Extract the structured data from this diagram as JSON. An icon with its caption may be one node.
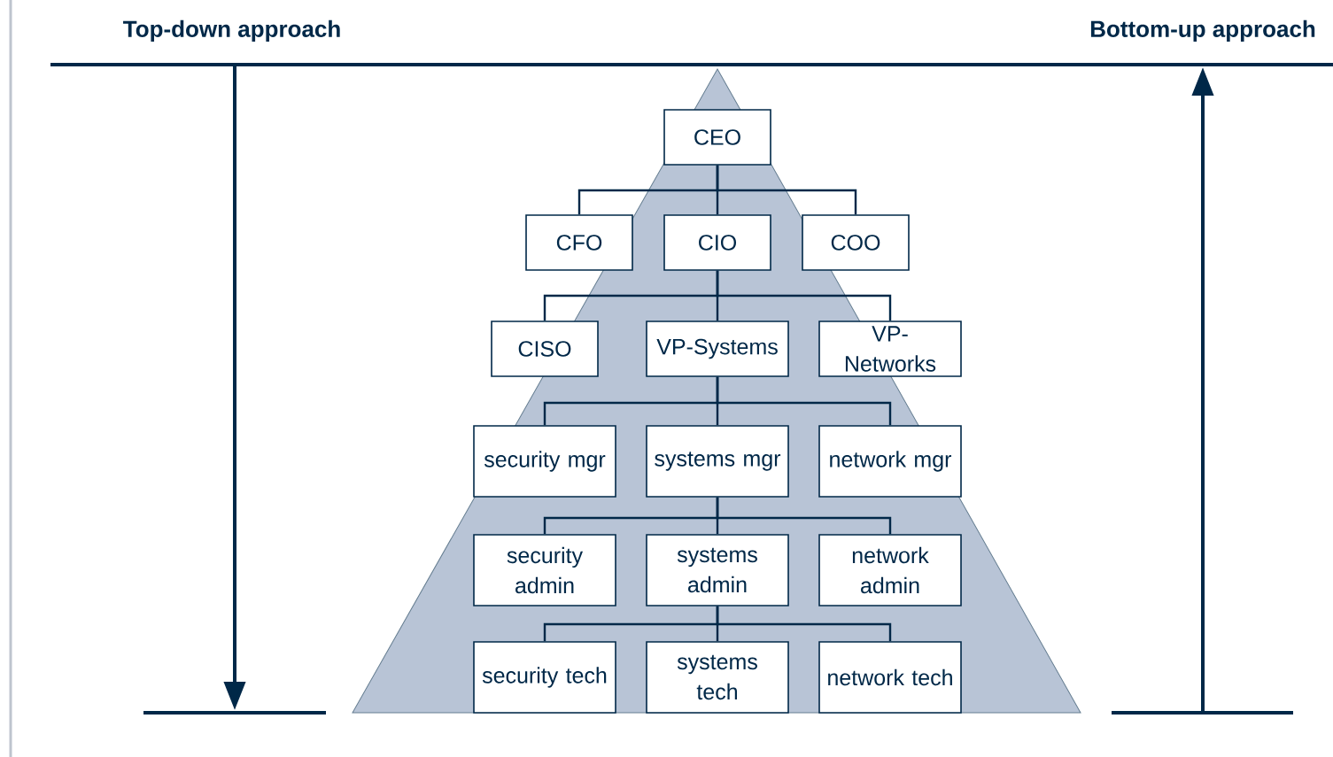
{
  "diagram": {
    "nodes": [
      {
        "text": [
          "CEO"
        ]
      },
      {
        "text": [
          "CFO"
        ]
      },
      {
        "text": [
          "CIO"
        ]
      },
      {
        "text": [
          "COO"
        ]
      },
      {
        "text": [
          "CISO"
        ]
      },
      {
        "text": [
          "VP-Systems"
        ]
      },
      {
        "text": [
          "VP-Networks"
        ]
      },
      {
        "text": [
          "security mgr"
        ]
      },
      {
        "text": [
          "systems mgr"
        ]
      },
      {
        "text": [
          "network mgr"
        ]
      },
      {
        "text": [
          "security admin"
        ]
      },
      {
        "text": [
          "systems admin"
        ]
      },
      {
        "text": [
          "network admin"
        ]
      },
      {
        "text": [
          "security tech"
        ]
      },
      {
        "text": [
          "systems tech"
        ]
      },
      {
        "text": [
          "network tech"
        ]
      }
    ],
    "edges": [
      {
        "from": 0,
        "to": 1,
        "arrow": "none"
      },
      {
        "from": 0,
        "to": 2,
        "arrow": "none"
      },
      {
        "from": 0,
        "to": 3,
        "arrow": "none"
      },
      {
        "from": 2,
        "to": 4,
        "arrow": "none"
      },
      {
        "from": 2,
        "to": 5,
        "arrow": "none"
      },
      {
        "from": 2,
        "to": 6,
        "arrow": "none"
      },
      {
        "from": 5,
        "to": 7,
        "arrow": "none"
      },
      {
        "from": 5,
        "to": 8,
        "arrow": "none"
      },
      {
        "from": 5,
        "to": 9,
        "arrow": "none"
      },
      {
        "from": 8,
        "to": 10,
        "arrow": "none"
      },
      {
        "from": 8,
        "to": 11,
        "arrow": "none"
      },
      {
        "from": 8,
        "to": 12,
        "arrow": "none"
      },
      {
        "from": 11,
        "to": 13,
        "arrow": "none"
      },
      {
        "from": 11,
        "to": 14,
        "arrow": "none"
      },
      {
        "from": 11,
        "to": 15,
        "arrow": "none"
      }
    ],
    "labels": [
      "Top-down approach",
      "Bottom-up approach"
    ]
  }
}
